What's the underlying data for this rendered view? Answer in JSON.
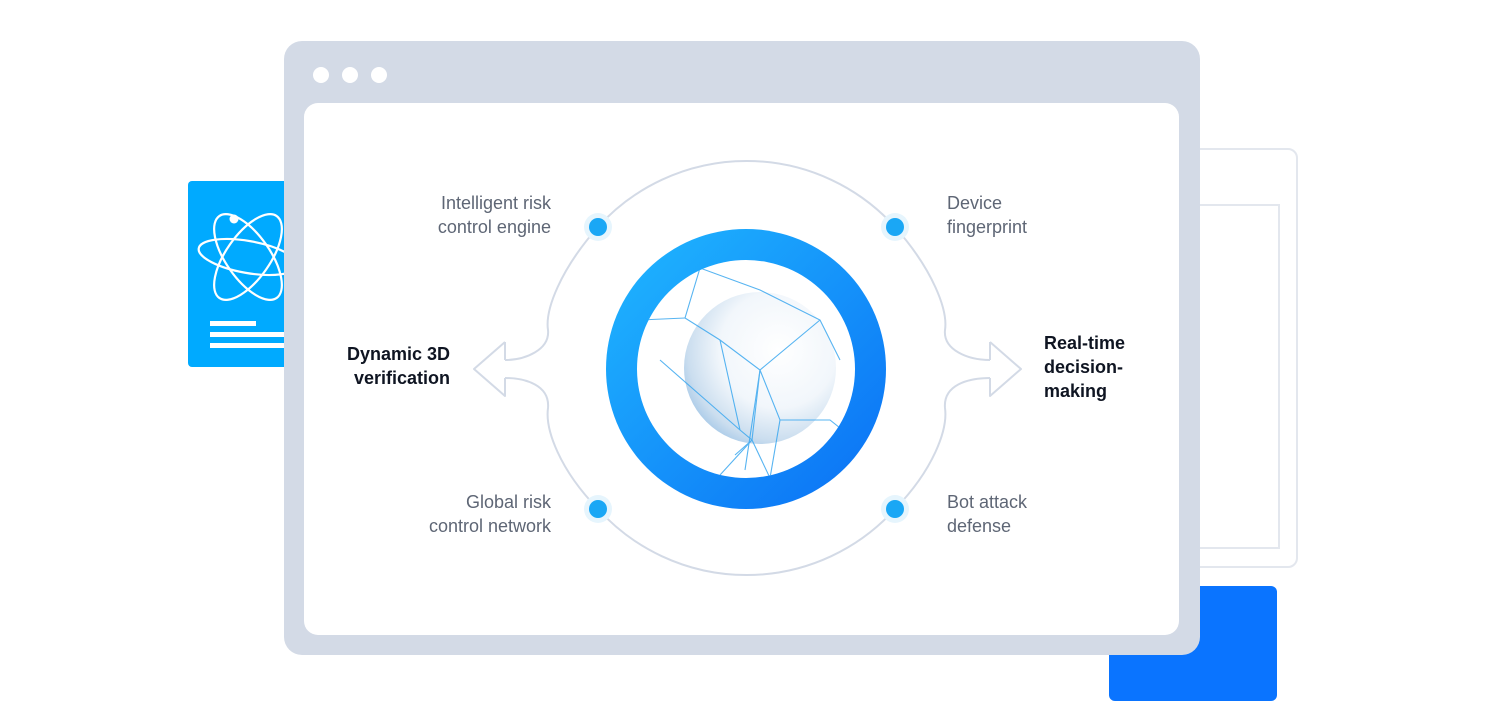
{
  "diagram": {
    "labels": {
      "top_left": "Intelligent risk\ncontrol engine",
      "top_right": "Device\nfingerprint",
      "left": "Dynamic 3D\nverification",
      "right": "Real-time\ndecision-\nmaking",
      "bottom_left": "Global risk\ncontrol network",
      "bottom_right": "Bot attack\ndefense"
    }
  },
  "colors": {
    "accent_blue": "#00aaff",
    "deep_blue": "#0a74ff",
    "window_frame": "#d3dae6",
    "node_fill": "#1aa7f5"
  },
  "icons": {
    "left_card": "atom-icon",
    "center": "sphere-mesh-icon"
  }
}
